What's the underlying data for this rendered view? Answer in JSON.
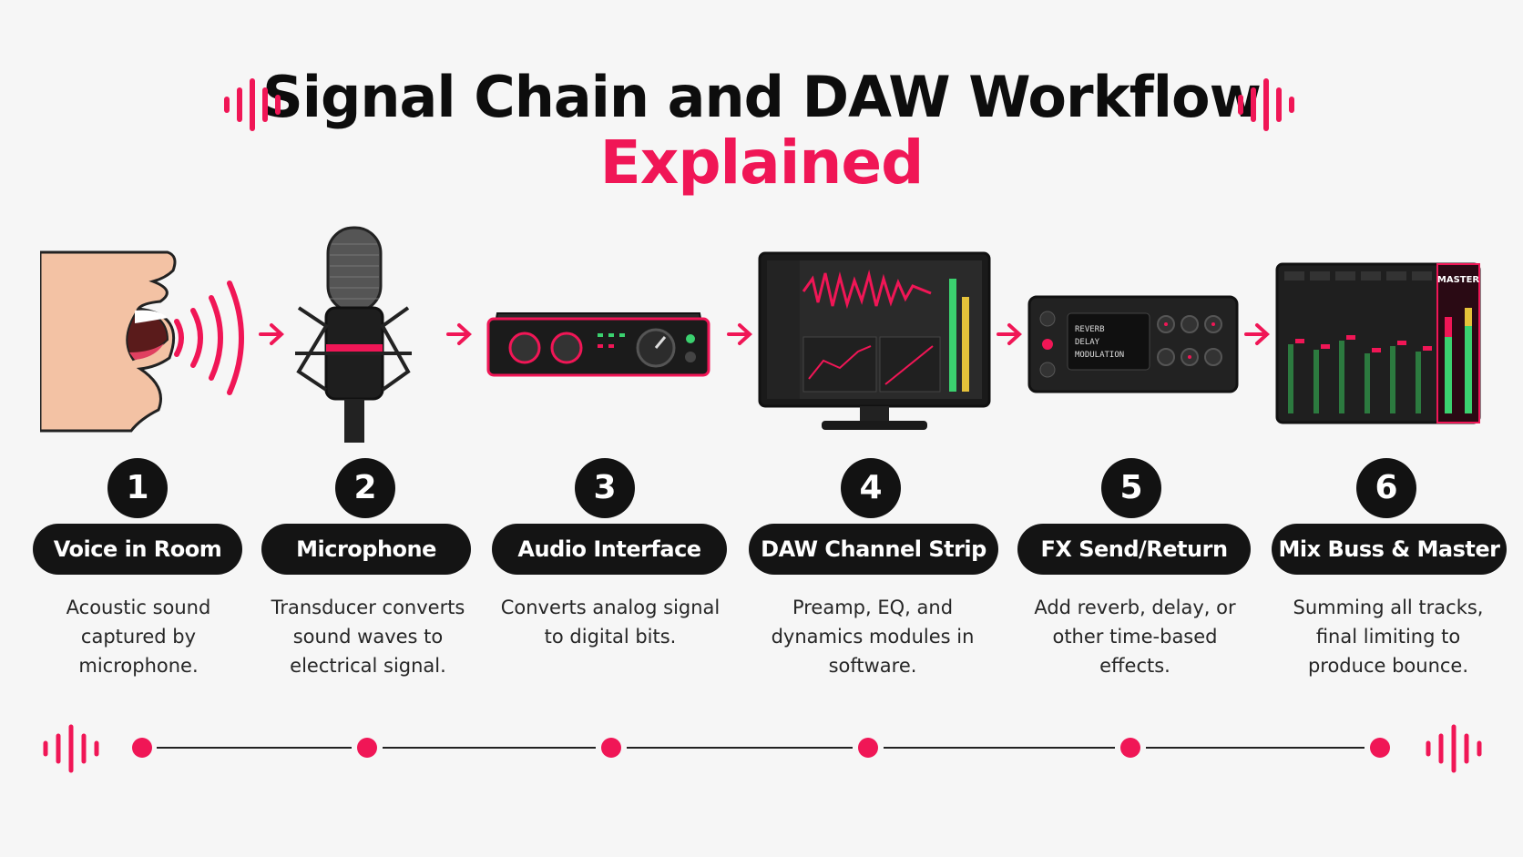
{
  "title": {
    "line1": "Signal Chain and DAW Workflow",
    "line2": "Explained"
  },
  "colors": {
    "accent": "#f01656",
    "dark": "#141414",
    "background": "#f6f6f6"
  },
  "steps": [
    {
      "number": "1",
      "label": "Voice in Room",
      "description": "Acoustic sound captured by microphone.",
      "icon": "mouth-icon"
    },
    {
      "number": "2",
      "label": "Microphone",
      "description": "Transducer converts sound waves to electrical signal.",
      "icon": "microphone-icon"
    },
    {
      "number": "3",
      "label": "Audio Interface",
      "description": "Converts analog signal to digital bits.",
      "icon": "audio-interface-icon"
    },
    {
      "number": "4",
      "label": "DAW Channel Strip",
      "description": "Preamp, EQ, and dynamics modules in software.",
      "icon": "daw-monitor-icon"
    },
    {
      "number": "5",
      "label": "FX Send/Return",
      "description": "Add reverb, delay, or other time-based effects.",
      "icon": "fx-unit-icon"
    },
    {
      "number": "6",
      "label": "Mix Buss & Master",
      "description": "Summing all tracks, final limiting to produce bounce.",
      "icon": "mixer-icon"
    }
  ],
  "fx_display": {
    "line1": "REVERB",
    "line2": "DELAY",
    "line3": "MODULATION"
  },
  "mixer_master_label": "MASTER"
}
